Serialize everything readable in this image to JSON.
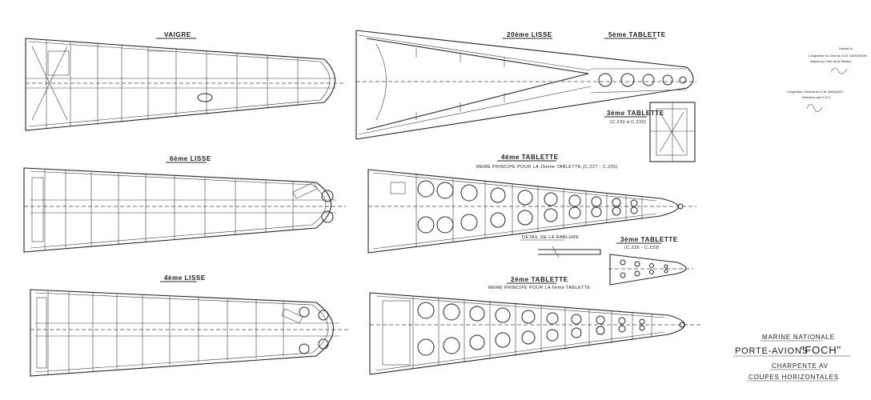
{
  "views": {
    "vaigre": "VAIGRE",
    "lisse20": "20ème LISSE",
    "tablette5": "5ème TABLETTE",
    "tablette3": "3ème TABLETTE",
    "tablette3_range_a": "(C.230 à C.232)",
    "lisse6": "6ème LISSE",
    "tablette4": "4ème TABLETTE",
    "tablette4_sub": "MEME PRINCIPE POUR LA 15ème TABLETTE (C.227 - C.235)",
    "detail_rabluire": "DETAIL DE LA RABLURE",
    "tablette3b": "3ème TABLETTE",
    "tablette3_range_b": "(C.235 - C.233)",
    "lisse4": "4ème LISSE",
    "tablette2": "2ème TABLETTE",
    "tablette2_sub": "MEME PRINCIPE POUR LA 6ème TABLETTE"
  },
  "signatures": {
    "block1_line1": "Dressé le",
    "block1_line2": "L'Ingénieur en Chef du G.M. MATIGNON",
    "block1_line3": "Adjoint au Chef de la Section",
    "block2_line1": "L'Ingénieur Général du G.M. BASQUET",
    "block2_line2": "Directeur des C.A.C."
  },
  "cartouche": {
    "marine": "MARINE NATIONALE",
    "porte_avions": "PORTE-AVIONS",
    "ship": "\"FOCH\"",
    "charpente": "CHARPENTE AV",
    "coupes": "COUPES HORIZONTALES"
  },
  "colors": {
    "ink": "#262626",
    "paper": "#ffffff"
  }
}
